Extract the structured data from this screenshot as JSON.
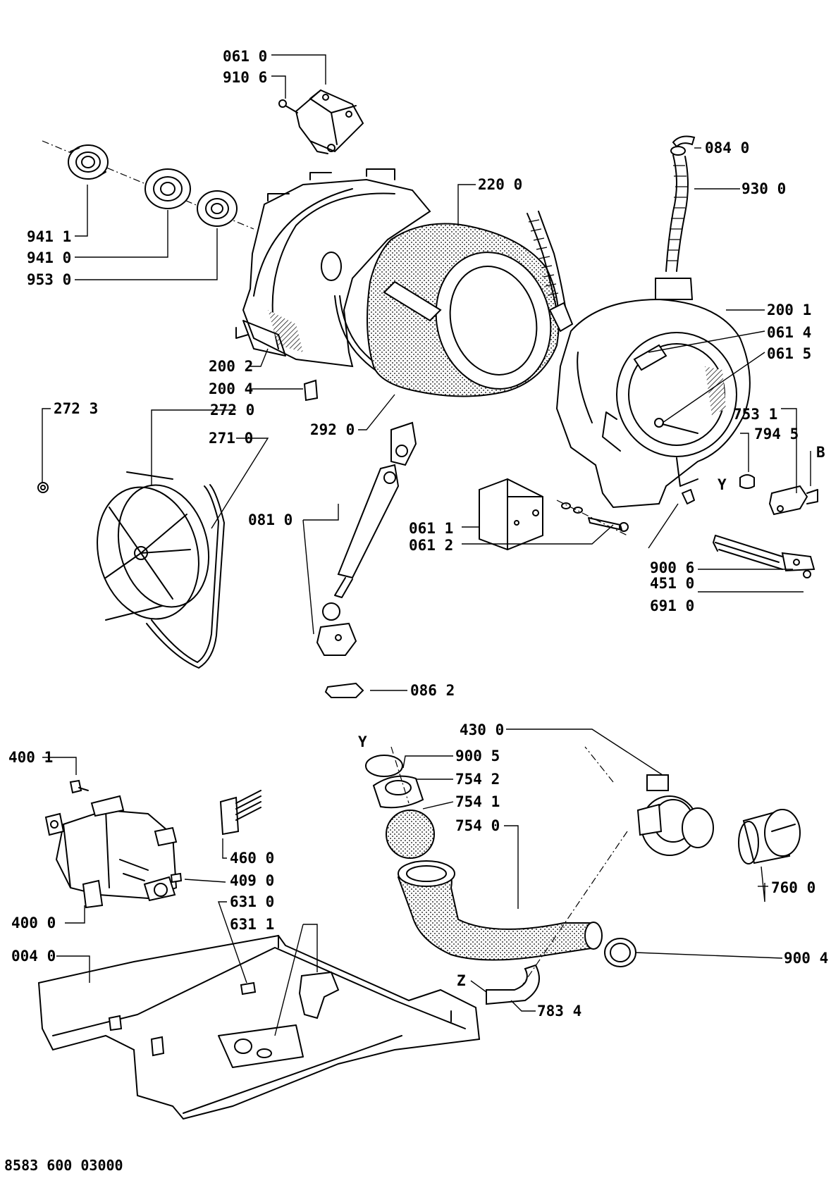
{
  "drawing_code": "8583 600 03000",
  "labels": {
    "l_061_0": "061 0",
    "l_910_6": "910 6",
    "l_084_0": "084 0",
    "l_220_0": "220 0",
    "l_930_0": "930 0",
    "l_941_1": "941 1",
    "l_941_0": "941 0",
    "l_953_0": "953 0",
    "l_200_1": "200 1",
    "l_061_4": "061 4",
    "l_061_5": "061 5",
    "l_200_2": "200 2",
    "l_200_4": "200 4",
    "l_272_3": "272 3",
    "l_272_0": "272 0",
    "l_271_0": "271 0",
    "l_292_0": "292 0",
    "l_753_1": "753 1",
    "l_794_5": "794 5",
    "l_B": "B",
    "l_Y1": "Y",
    "l_081_0": "081 0",
    "l_061_1": "061 1",
    "l_061_2": "061 2",
    "l_900_6": "900 6",
    "l_451_0": "451 0",
    "l_691_0": "691 0",
    "l_086_2": "086 2",
    "l_430_0": "430 0",
    "l_Y2": "Y",
    "l_900_5": "900 5",
    "l_754_2": "754 2",
    "l_754_1": "754 1",
    "l_754_0": "754 0",
    "l_400_1": "400 1",
    "l_460_0": "460 0",
    "l_409_0": "409 0",
    "l_400_0": "400 0",
    "l_631_0": "631 0",
    "l_631_1": "631 1",
    "l_760_0": "760 0",
    "l_004_0": "004 0",
    "l_900_4": "900 4",
    "l_Z": "Z",
    "l_783_4": "783 4"
  }
}
